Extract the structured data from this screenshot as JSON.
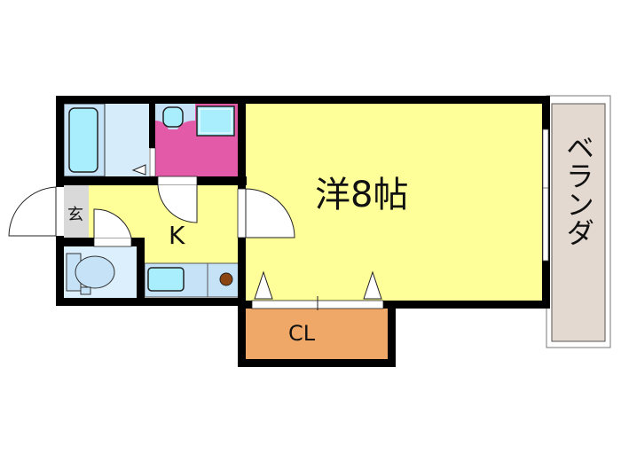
{
  "plan": {
    "rooms": {
      "western_room": "洋8帖",
      "kitchen": "K",
      "genkan": "玄",
      "closet": "CL",
      "veranda": "ベランダ"
    },
    "colors": {
      "western_room": "#ffff99",
      "kitchen": "#ffff99",
      "wash_room": "#e25aa8",
      "bathroom": "#c5e2f7",
      "toilet": "#dceffc",
      "genkan": "#d9d9d9",
      "closet": "#f0a868",
      "veranda": "#e3d9d0",
      "walls": "#000000",
      "fixture": "#a8eefc",
      "stove_burner": "#8b4513"
    }
  }
}
